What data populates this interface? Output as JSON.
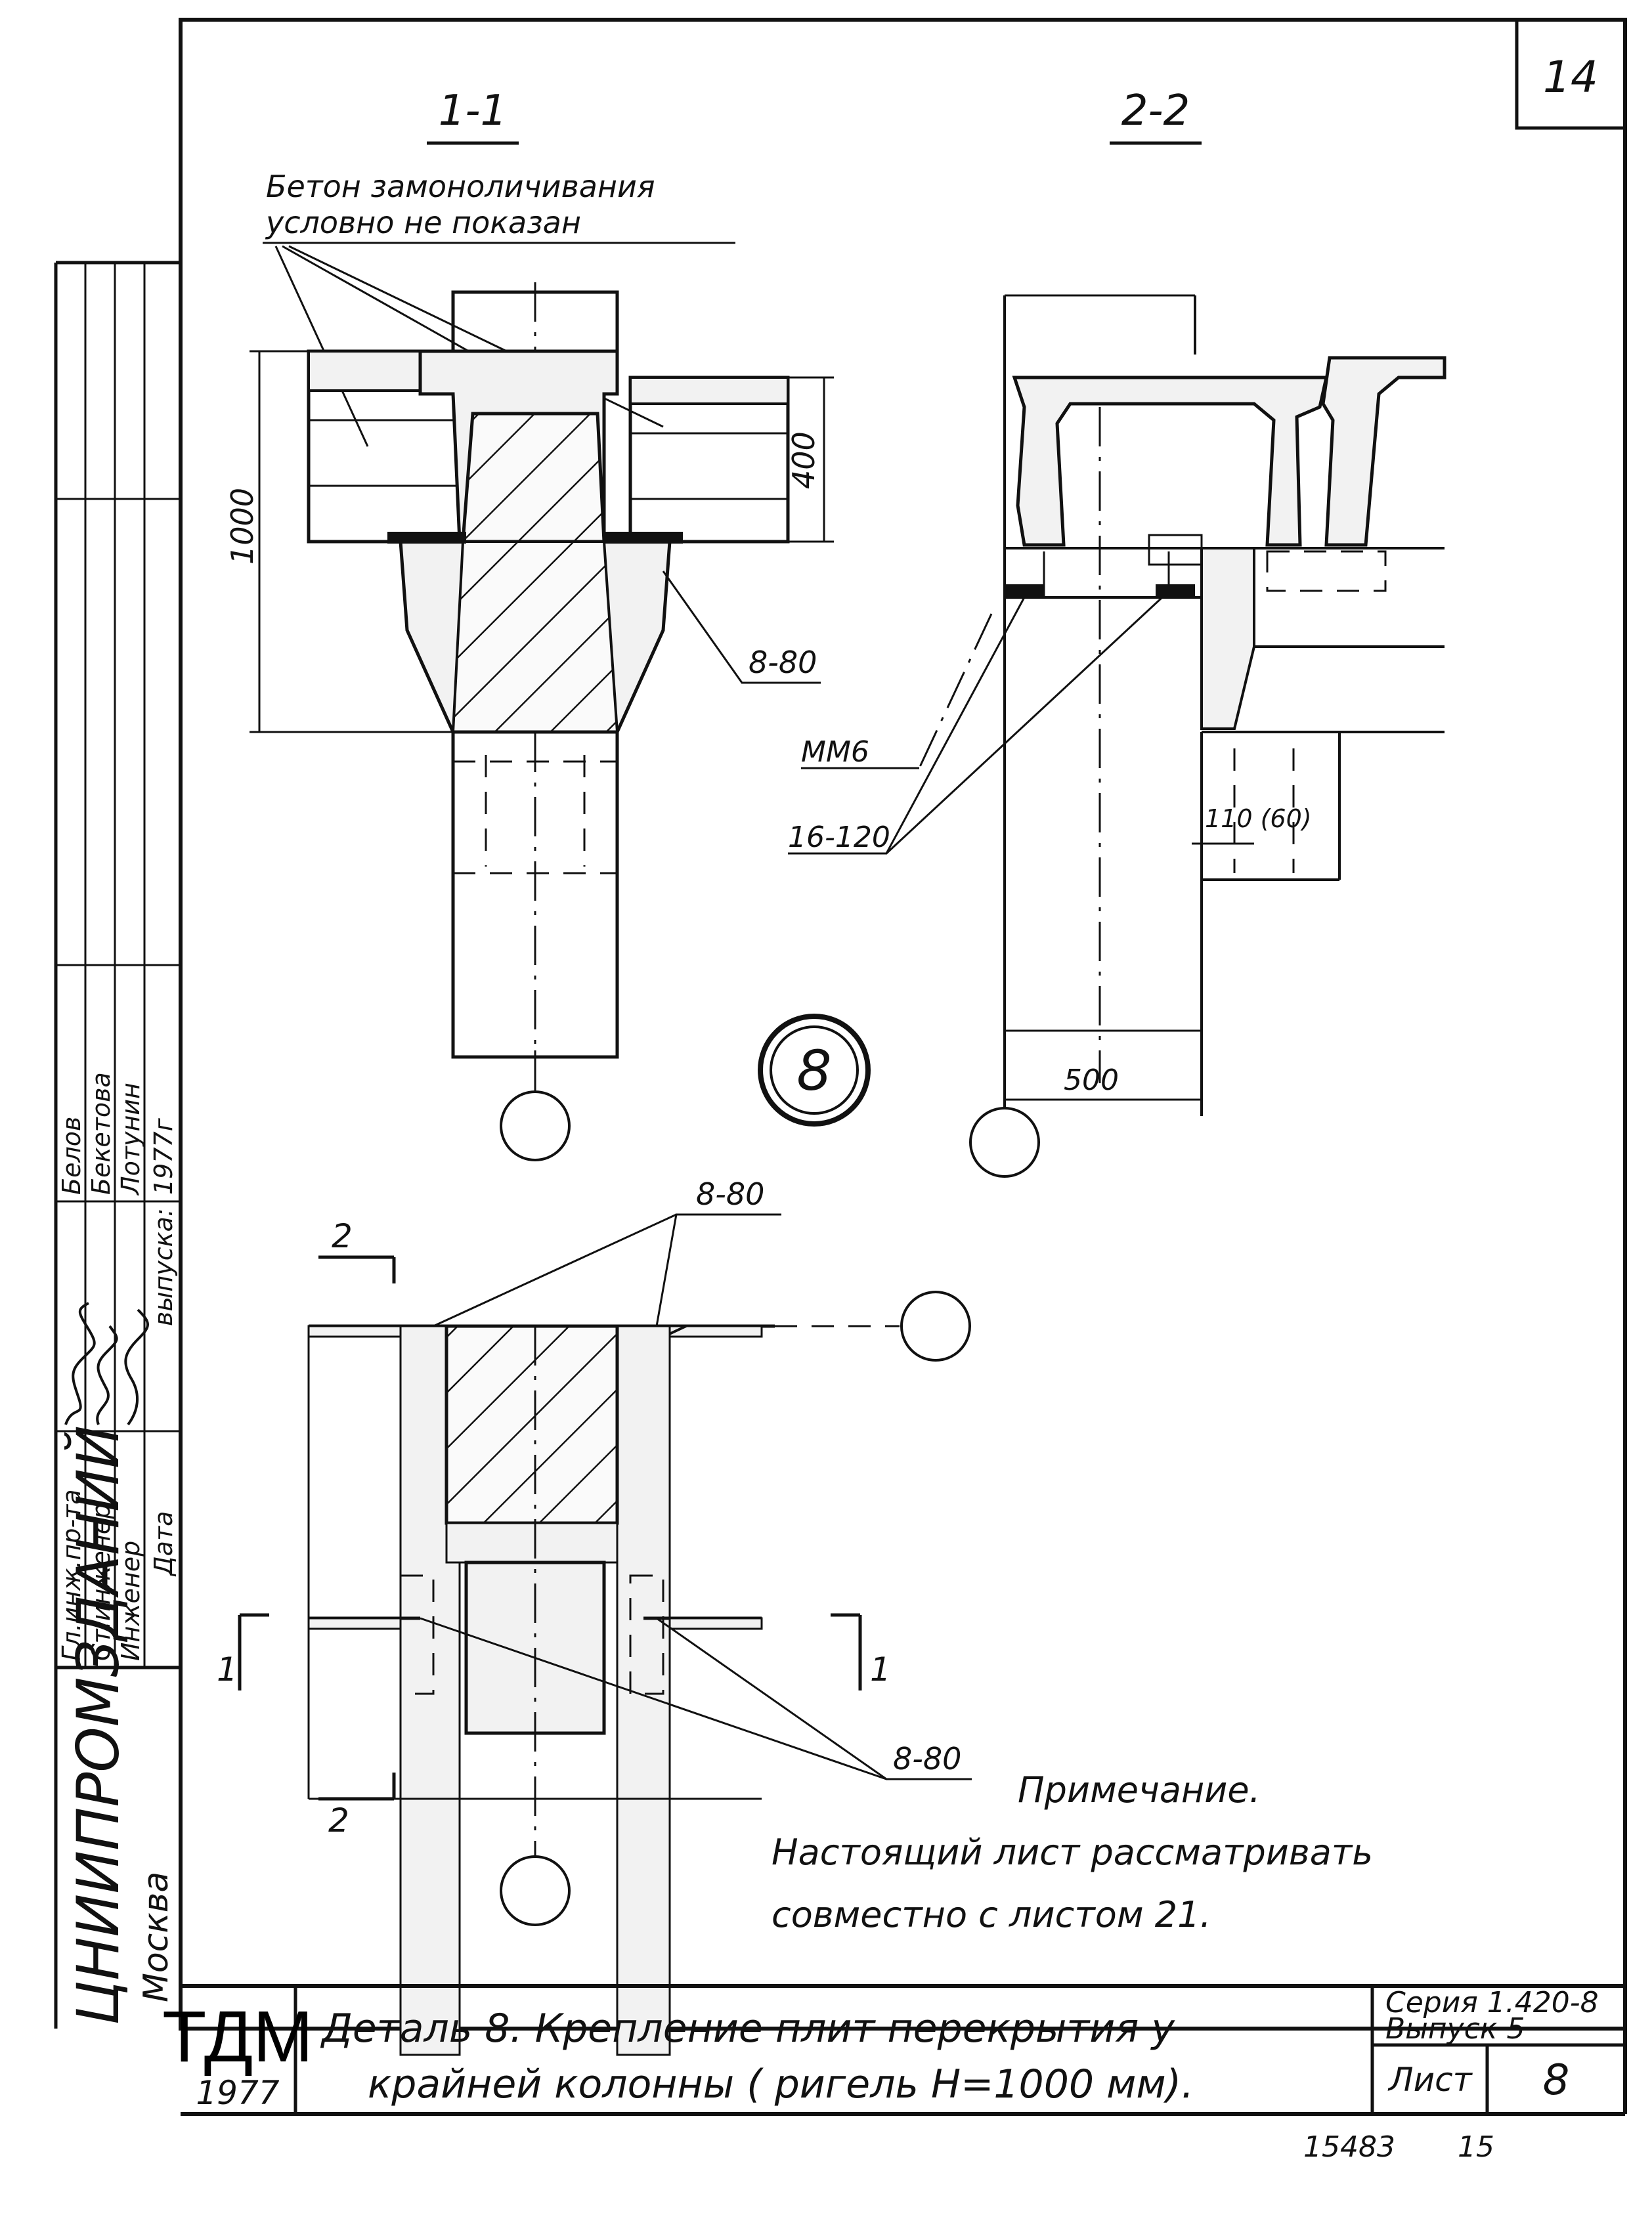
{
  "sheet_number": "14",
  "sections": {
    "section_1": "1-1",
    "section_2": "2-2"
  },
  "notes": {
    "concrete_line1": "Бетон замоноличивания",
    "concrete_line2": "условно не показан"
  },
  "dimensions": {
    "d1000": "1000",
    "d400": "400",
    "d500": "500",
    "d110": "110 (60)"
  },
  "marks": {
    "weld_8_80": "8-80",
    "mm6": "ММ6",
    "weld_16_120": "16-120",
    "detail_number": "8"
  },
  "section_cut_labels": {
    "cut2_top": "2",
    "cut2_bottom": "2",
    "cut1_left": "1",
    "cut1_right": "1"
  },
  "remark": {
    "title": "Примечание.",
    "line1": "Настоящий лист рассматривать",
    "line2": "совместно с листом 21."
  },
  "stamp_column": {
    "org": "ЦНИИПРОМЗДАНИЙ",
    "city": "Москва",
    "roles": [
      "Гл.инж.пр-та",
      "Ст.инженер",
      "Инженер",
      "Дата"
    ],
    "names": [
      "Белов",
      "Бекетова",
      "Лотунин",
      "1977г"
    ],
    "date_label": "выпуска:"
  },
  "title_block": {
    "logo": "ТДМ",
    "year": "1977",
    "title_line1": "Деталь 8. Крепление плит перекрытия у",
    "title_line2": "крайней колонны ( ригель Н=1000 мм).",
    "series_line1": "Серия 1.420-8",
    "series_line2": "Выпуск 5",
    "sheet_label": "Лист",
    "sheet_value": "8"
  },
  "footer": {
    "left": "15483",
    "right": "15"
  }
}
